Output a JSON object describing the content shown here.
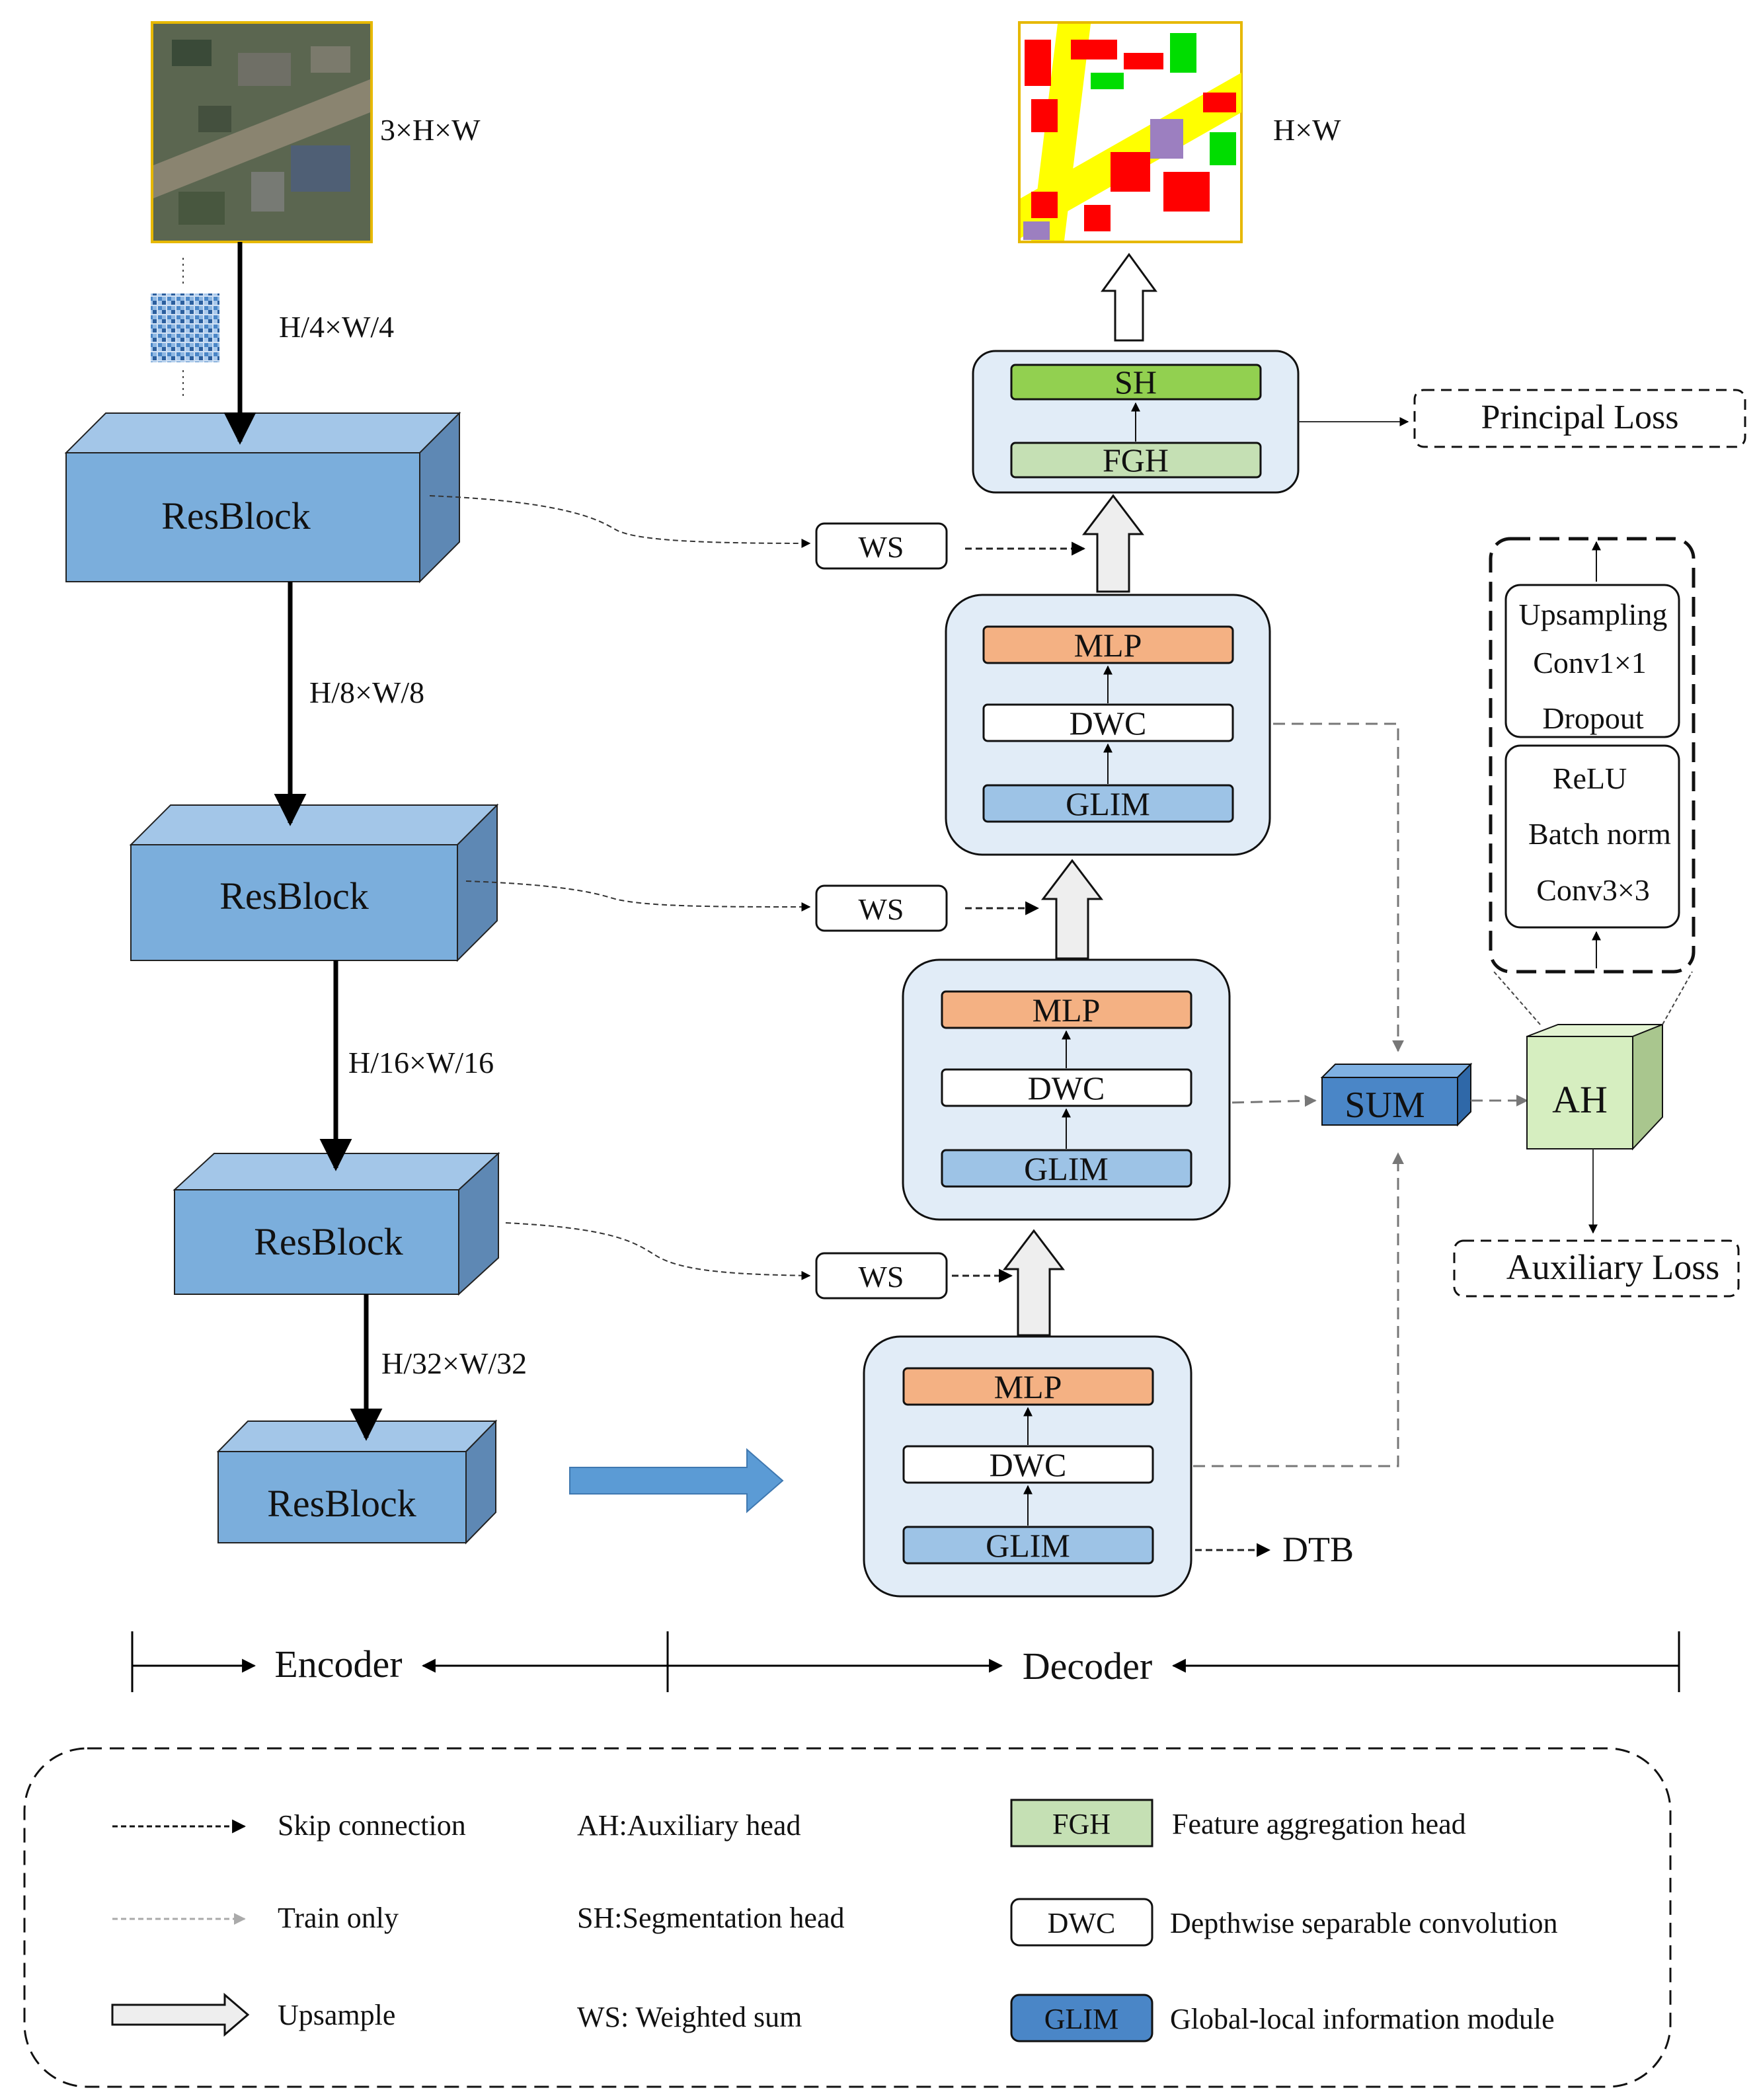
{
  "colors": {
    "resblock_front": "#7BAEDC",
    "resblock_top": "#A3C6E8",
    "resblock_side": "#5E88B4",
    "panel_fill": "#E1ECF7",
    "mlp": "#F4B183",
    "glim": "#9DC3E6",
    "sum": "#4A86C7",
    "fgh": "#C5E0B4",
    "sh": "#92D050",
    "ah_front": "#D6EEC0",
    "ah_top": "#E3F4D2",
    "ah_side": "#A9C68E",
    "encoder_arrow": "#5B9BD5"
  },
  "input": {
    "dims": "3×H×W",
    "icon": "aerial-image-icon",
    "patch_icon": "patch-grid-icon"
  },
  "output": {
    "dims": "H×W",
    "icon": "segmentation-map-icon"
  },
  "encoder": {
    "blocks": [
      {
        "label": "ResBlock"
      },
      {
        "label": "ResBlock"
      },
      {
        "label": "ResBlock"
      },
      {
        "label": "ResBlock"
      }
    ],
    "scales": [
      "H/4×W/4",
      "H/8×W/8",
      "H/16×W/16",
      "H/32×W/32"
    ]
  },
  "decoder": {
    "ws_label": "WS",
    "blocks": [
      {
        "mlp": "MLP",
        "dwc": "DWC",
        "glim": "GLIM"
      },
      {
        "mlp": "MLP",
        "dwc": "DWC",
        "glim": "GLIM"
      },
      {
        "mlp": "MLP",
        "dwc": "DWC",
        "glim": "GLIM"
      }
    ],
    "dtb_label": "DTB",
    "head": {
      "sh": "SH",
      "fgh": "FGH"
    },
    "principal_loss": "Principal Loss",
    "sum_label": "SUM",
    "ah_label": "AH",
    "auxiliary_loss": "Auxiliary Loss",
    "aux_detail_top": [
      "Upsampling",
      "Conv1×1",
      "Dropout"
    ],
    "aux_detail_bottom": [
      "ReLU",
      "Batch norm",
      "Conv3×3"
    ]
  },
  "sections": {
    "encoder": "Encoder",
    "decoder": "Decoder"
  },
  "legend": {
    "skip": "Skip connection",
    "train_only": "Train only",
    "upsample": "Upsample",
    "ah": "AH:Auxiliary head",
    "sh": "SH:Segmentation head",
    "ws": "WS: Weighted sum",
    "fgh_box": "FGH",
    "fgh_desc": "Feature aggregation head",
    "dwc_box": "DWC",
    "dwc_desc": "Depthwise separable convolution",
    "glim_box": "GLIM",
    "glim_desc": "Global-local information module"
  }
}
